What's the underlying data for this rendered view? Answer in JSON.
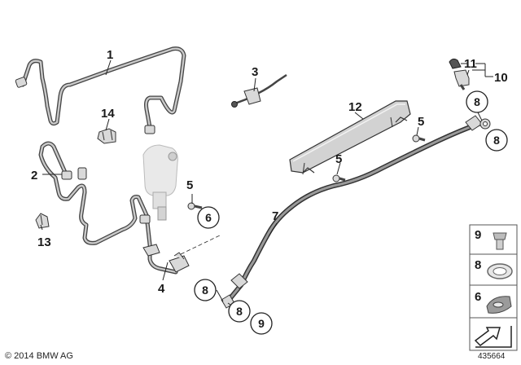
{
  "labels": {
    "l1": "1",
    "l2": "2",
    "l3": "3",
    "l4": "4",
    "l5a": "5",
    "l5b": "5",
    "l5c": "5",
    "l6": "6",
    "l7": "7",
    "l8a": "8",
    "l8b": "8",
    "l8c": "8",
    "l8d": "8",
    "l9": "9",
    "l10": "10",
    "l11": "11",
    "l12": "12",
    "l13": "13",
    "l14": "14"
  },
  "legend": {
    "item9": "9",
    "item8": "8",
    "item6": "6"
  },
  "footer": {
    "copyright": "© 2014 BMW AG",
    "figure_number": "435664"
  }
}
